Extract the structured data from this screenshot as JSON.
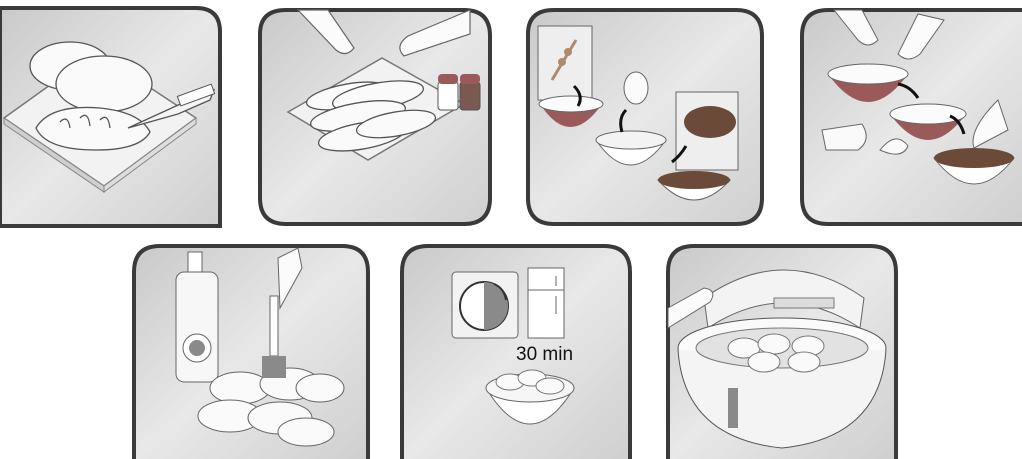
{
  "steps": [
    {
      "id": 1,
      "icon": "slice-bread-icon"
    },
    {
      "id": 2,
      "icon": "season-icon"
    },
    {
      "id": 3,
      "icon": "coat-crumbs-icon"
    },
    {
      "id": 4,
      "icon": "dip-and-coat-icon"
    },
    {
      "id": 5,
      "icon": "brush-oil-icon"
    },
    {
      "id": 6,
      "icon": "refrigerate-icon",
      "caption": "30 min"
    },
    {
      "id": 7,
      "icon": "airfryer-icon"
    }
  ],
  "colors": {
    "panel_fill": "#dcdcdc",
    "panel_stroke": "#3a3a3a",
    "bowl_red": "#9b5a5a",
    "crumbs": "#6b4a3a",
    "shaker_dark": "#7a5a50"
  }
}
